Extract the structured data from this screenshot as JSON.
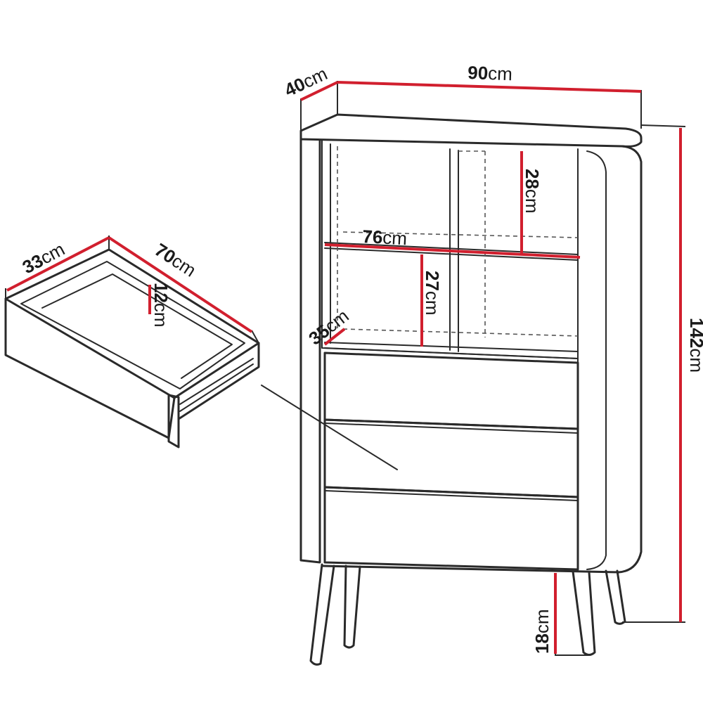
{
  "colors": {
    "outline": "#2a2a2a",
    "dimension": "#d11f2e",
    "background": "#ffffff"
  },
  "dimensions": {
    "cabinet_depth": {
      "value": "40",
      "unit": "cm"
    },
    "cabinet_width": {
      "value": "90",
      "unit": "cm"
    },
    "cabinet_height": {
      "value": "142",
      "unit": "cm"
    },
    "shelf_height_top": {
      "value": "28",
      "unit": "cm"
    },
    "interior_width": {
      "value": "76",
      "unit": "cm"
    },
    "shelf_height_lower": {
      "value": "27",
      "unit": "cm"
    },
    "shelf_depth": {
      "value": "35",
      "unit": "cm"
    },
    "leg_height": {
      "value": "18",
      "unit": "cm"
    },
    "drawer_depth": {
      "value": "33",
      "unit": "cm"
    },
    "drawer_width": {
      "value": "70",
      "unit": "cm"
    },
    "drawer_height": {
      "value": "12",
      "unit": "cm"
    }
  }
}
